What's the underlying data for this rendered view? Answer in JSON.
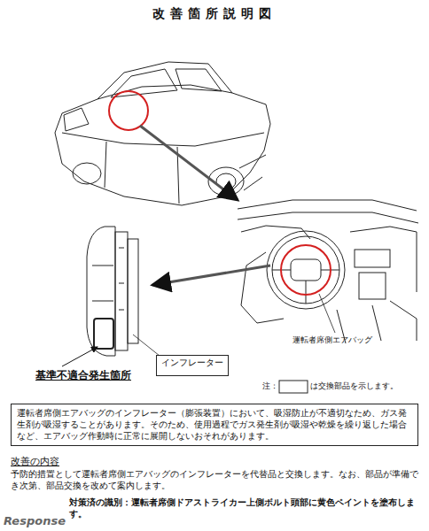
{
  "diagram": {
    "title": "改善箇所説明図",
    "nodes": [
      {
        "text": [
          "インフレーター"
        ]
      },
      {
        "text": [
          "運転者席側エアバッグのインフレーター（膨張装置）において、吸湿防止が不適切なため、ガス発生剤が吸湿することがあります。そのため、使用過程でガス発生剤が吸湿や乾燥を繰り返した場合など、エアバッグ作動時に正常に展開しないおそれがあります。"
        ]
      }
    ],
    "labels": [
      "運転者席側エアバッグ",
      "基準不適合発生箇所",
      "注：",
      "は交換部品を示します。",
      "改善の内容",
      "予防的措置として運転者席側エアバッグのインフレーターを代替品と交換します。なお、部品が準備でき次第、部品交換を改めて案内します。",
      "対策済の識別：運転者席側ドアストライカー上側ボルト頭部に黄色ペイントを塗布します。",
      "Response"
    ]
  }
}
